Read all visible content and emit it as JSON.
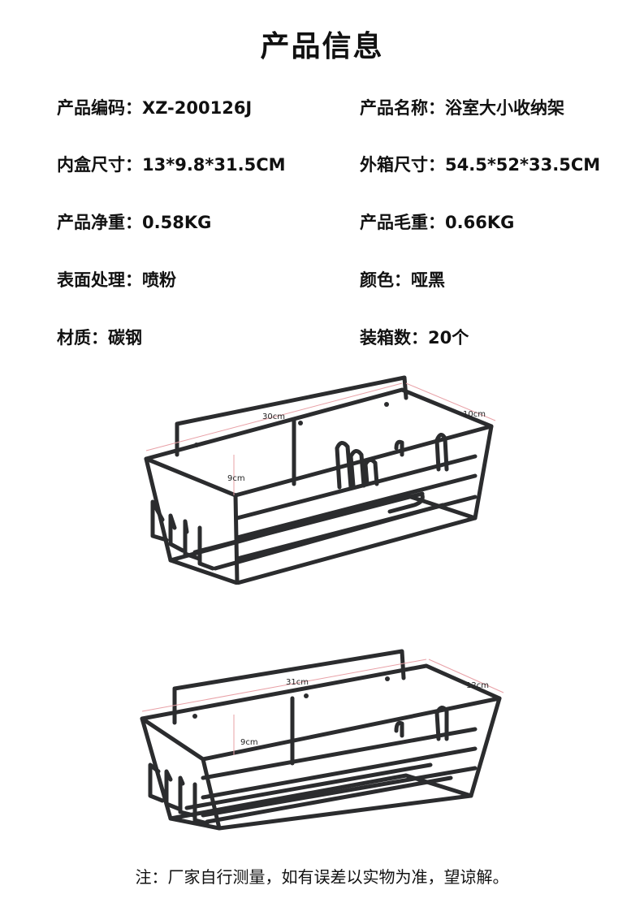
{
  "page": {
    "title": "产品信息"
  },
  "specs": {
    "code": {
      "label": "产品编码：",
      "value": "XZ-200126J"
    },
    "name": {
      "label": "产品名称：",
      "value": "浴室大小收纳架"
    },
    "inner_box": {
      "label": "内盒尺寸：",
      "value": "13*9.8*31.5CM"
    },
    "outer_box": {
      "label": "外箱尺寸：",
      "value": "54.5*52*33.5CM"
    },
    "net_weight": {
      "label": "产品净重：",
      "value": "0.58KG"
    },
    "gross_weight": {
      "label": "产品毛重：",
      "value": "0.66KG"
    },
    "surface": {
      "label": "表面处理：",
      "value": "喷粉"
    },
    "color": {
      "label": "颜色：",
      "value": "哑黑"
    },
    "material": {
      "label": "材质：",
      "value": "碳钢"
    },
    "packing": {
      "label": "装箱数：",
      "value": "20个"
    }
  },
  "figures": {
    "small": {
      "length": "30cm",
      "width": "10cm",
      "height": "9cm"
    },
    "large": {
      "length": "31cm",
      "width": "12cm",
      "height": "9cm"
    }
  },
  "colors": {
    "rack": "#2b2c2e",
    "dimension_line": "#e8a0a6"
  },
  "footer": {
    "note": "注：厂家自行测量，如有误差以实物为准，望谅解。"
  }
}
